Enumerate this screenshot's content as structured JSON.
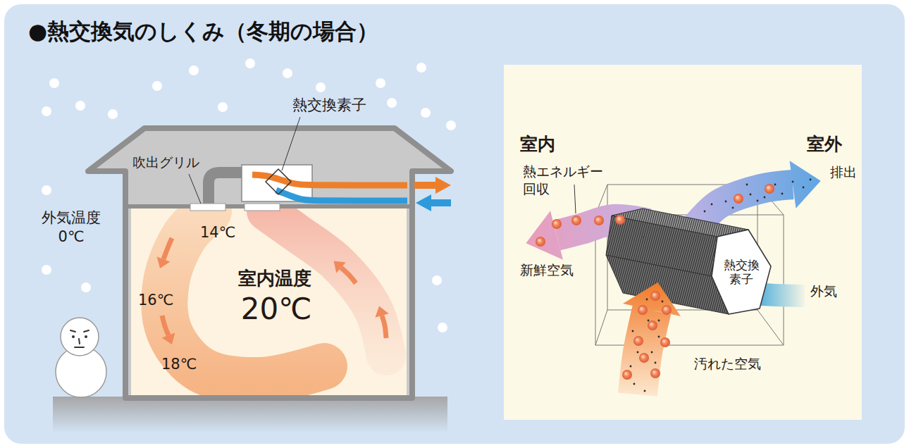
{
  "diagram": {
    "title": "●熱交換気のしくみ（冬期の場合）",
    "nodes": [
      {
        "text": [
          "室内温度",
          "20℃"
        ]
      },
      {
        "text": [
          "熱交換 素子"
        ]
      }
    ],
    "labels": [
      "熱交換素子",
      "吹出グリル",
      "外気温度 0℃",
      "14℃",
      "16℃",
      "18℃",
      "室内",
      "熱エネルギー 回収",
      "新鮮空気",
      "室外",
      "排出",
      "外気",
      "汚れた空気"
    ]
  }
}
